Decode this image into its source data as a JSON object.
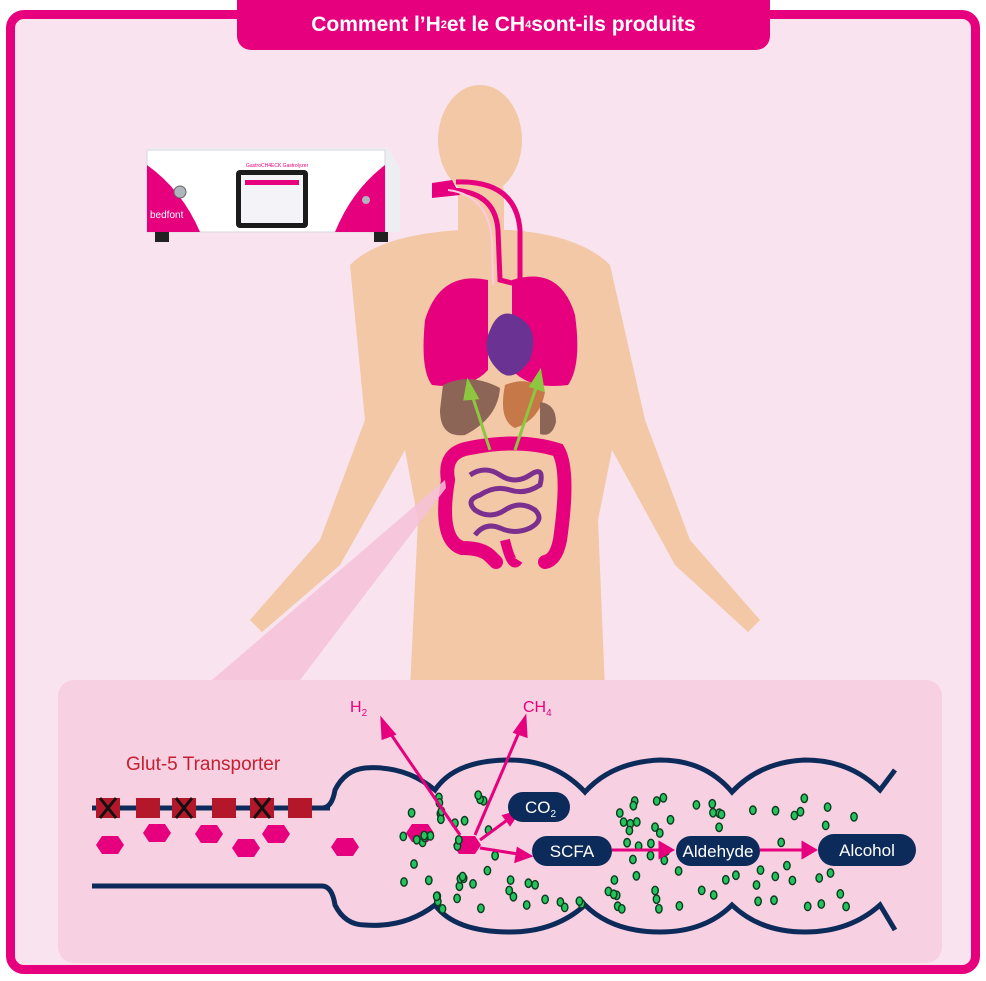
{
  "title": {
    "part1": "Comment l’H",
    "sub1": "2",
    "part2": " et le CH",
    "sub2": "4",
    "part3": " sont-ils produits"
  },
  "device": {
    "brand": "bedfont",
    "screen_text": "GastroCH4ECK Gastrolyzer"
  },
  "gases": {
    "h2": "H",
    "h2_sub": "2",
    "ch4": "CH",
    "ch4_sub": "4"
  },
  "transporter_label": "Glut-5 Transporter",
  "pathway": {
    "co2": "CO",
    "co2_sub": "2",
    "scfa": "SCFA",
    "aldehyde": "Aldehyde",
    "alcohol": "Alcohol"
  },
  "colors": {
    "magenta": "#e6007e",
    "navy": "#0d2b5a",
    "skin": "#f2c8a6",
    "bacteria": "#23c45e"
  }
}
